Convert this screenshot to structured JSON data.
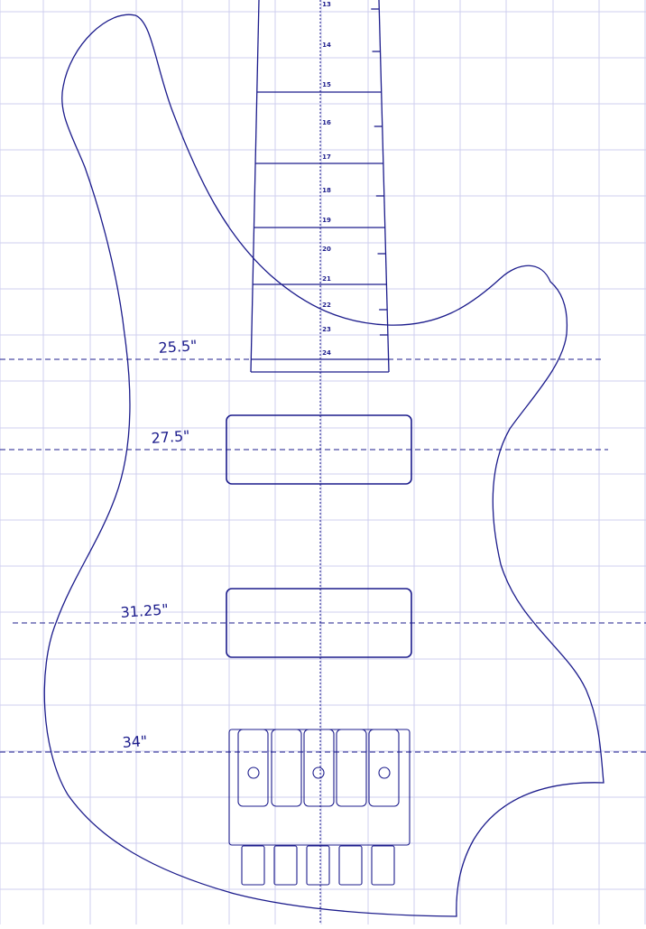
{
  "colors": {
    "ink": "#1c1c8c",
    "grid": "#cfcfef",
    "background": "#ffffff"
  },
  "fret_numbers": [
    "13",
    "14",
    "15",
    "16",
    "17",
    "18",
    "19",
    "20",
    "21",
    "22",
    "23",
    "24"
  ],
  "scale_labels": {
    "s25_5": "25.5\"",
    "s27_5": "27.5\"",
    "s31_25": "31.25\"",
    "s34": "34\""
  }
}
